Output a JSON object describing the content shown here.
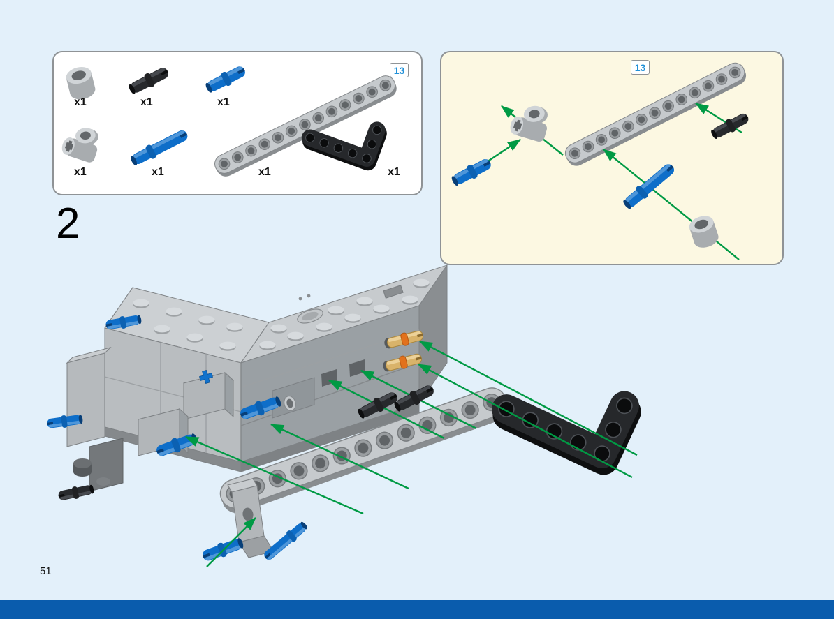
{
  "page": {
    "step_number": "2",
    "page_number": "51"
  },
  "parts_box": {
    "beam_length_badge": "13",
    "items": [
      {
        "name": "pin-connector-round-light-gray",
        "qty": "x1"
      },
      {
        "name": "connector-pin-black",
        "qty": "x1"
      },
      {
        "name": "connector-pin-blue",
        "qty": "x1"
      },
      {
        "name": "axle-pin-connector-light-gray",
        "qty": "x1"
      },
      {
        "name": "connector-pin-long-blue",
        "qty": "x1"
      },
      {
        "name": "beam-13-module-light-gray",
        "qty": "x1"
      },
      {
        "name": "beam-l-shape-black",
        "qty": "x1"
      }
    ]
  },
  "callout": {
    "beam_length_badge": "13"
  },
  "colors": {
    "page_background": "#e3f0fa",
    "footer_bar": "#0a5cad",
    "callout_background": "#fcf8e2",
    "panel_border": "#8f9396",
    "badge_text_blue": "#2090d8",
    "arrow_green": "#009a44",
    "pin_blue": "#0e6ec9",
    "pin_black": "#27292c",
    "pin_tan_body": "#d9b36a",
    "pin_flange_orange": "#e2711c",
    "beam_gray": "#c6cacd"
  }
}
